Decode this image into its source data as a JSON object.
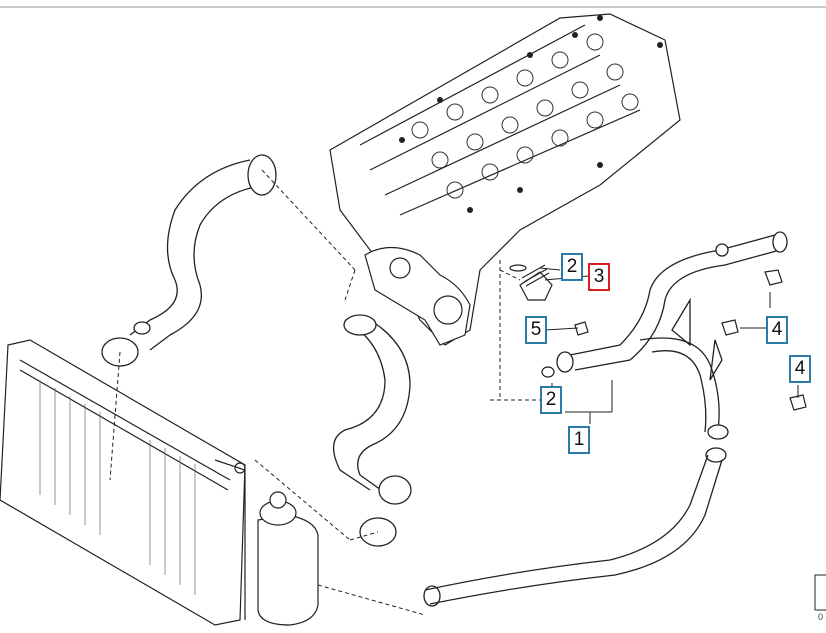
{
  "diagram": {
    "callouts": [
      {
        "id": "c2a",
        "label": "2",
        "color": "#2a7aa8",
        "selected": false
      },
      {
        "id": "c3",
        "label": "3",
        "color": "#d42020",
        "selected": true
      },
      {
        "id": "c5",
        "label": "5",
        "color": "#2a7aa8",
        "selected": false
      },
      {
        "id": "c4a",
        "label": "4",
        "color": "#2a7aa8",
        "selected": false
      },
      {
        "id": "c4b",
        "label": "4",
        "color": "#2a7aa8",
        "selected": false
      },
      {
        "id": "c2b",
        "label": "2",
        "color": "#2a7aa8",
        "selected": false
      },
      {
        "id": "c1",
        "label": "1",
        "color": "#2a7aa8",
        "selected": false
      }
    ],
    "corner_text": "0",
    "colors": {
      "callout_border": "#2a7aa8",
      "selected_border": "#d42020",
      "line": "#222222",
      "frame": "#999999"
    }
  }
}
